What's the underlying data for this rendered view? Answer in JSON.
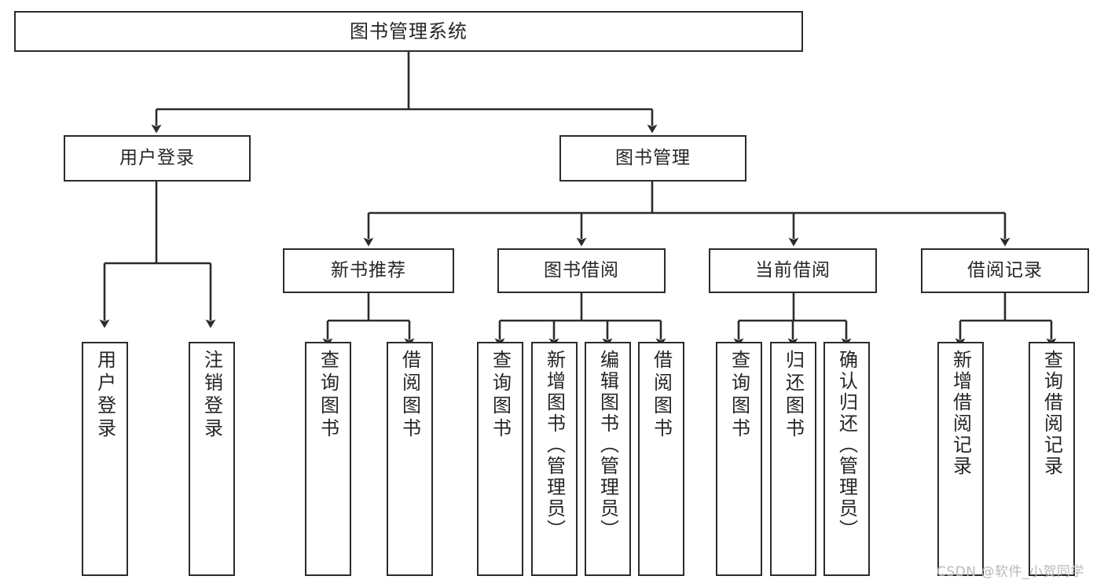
{
  "diagram": {
    "title": "图书管理系统",
    "type": "tree",
    "watermark": "CSDN @软件_小贺同学",
    "colors": {
      "background": "#ffffff",
      "box_border": "#2b2b2b",
      "box_fill": "#ffffff",
      "text": "#262626",
      "edge": "#2b2b2b",
      "watermark": "#b9b9b9"
    },
    "nodes": {
      "root": {
        "label": "图书管理系统"
      },
      "level1": [
        {
          "id": "user-login",
          "label": "用户登录"
        },
        {
          "id": "book-management",
          "label": "图书管理"
        }
      ],
      "level2": [
        {
          "id": "new-book-recommend",
          "label": "新书推荐"
        },
        {
          "id": "book-borrow",
          "label": "图书借阅"
        },
        {
          "id": "current-borrow",
          "label": "当前借阅"
        },
        {
          "id": "borrow-record",
          "label": "借阅记录"
        }
      ],
      "leaves": {
        "user_login": [
          {
            "id": "leaf-user-login",
            "label": "用户登录"
          },
          {
            "id": "leaf-logout-login",
            "label": "注销登录"
          }
        ],
        "new_book_recommend": [
          {
            "id": "leaf-query-book-1",
            "label": "查询图书"
          },
          {
            "id": "leaf-borrow-book-1",
            "label": "借阅图书"
          }
        ],
        "book_borrow": [
          {
            "id": "leaf-query-book-2",
            "label": "查询图书"
          },
          {
            "id": "leaf-add-book",
            "label": "新增图书（管理员）"
          },
          {
            "id": "leaf-edit-book",
            "label": "编辑图书（管理员）"
          },
          {
            "id": "leaf-borrow-book-2",
            "label": "借阅图书"
          }
        ],
        "current_borrow": [
          {
            "id": "leaf-query-book-3",
            "label": "查询图书"
          },
          {
            "id": "leaf-return-book",
            "label": "归还图书"
          },
          {
            "id": "leaf-confirm-return",
            "label": "确认归还（管理员）"
          }
        ],
        "borrow_record": [
          {
            "id": "leaf-add-record",
            "label": "新增借阅记录"
          },
          {
            "id": "leaf-query-record",
            "label": "查询借阅记录"
          }
        ]
      }
    }
  }
}
